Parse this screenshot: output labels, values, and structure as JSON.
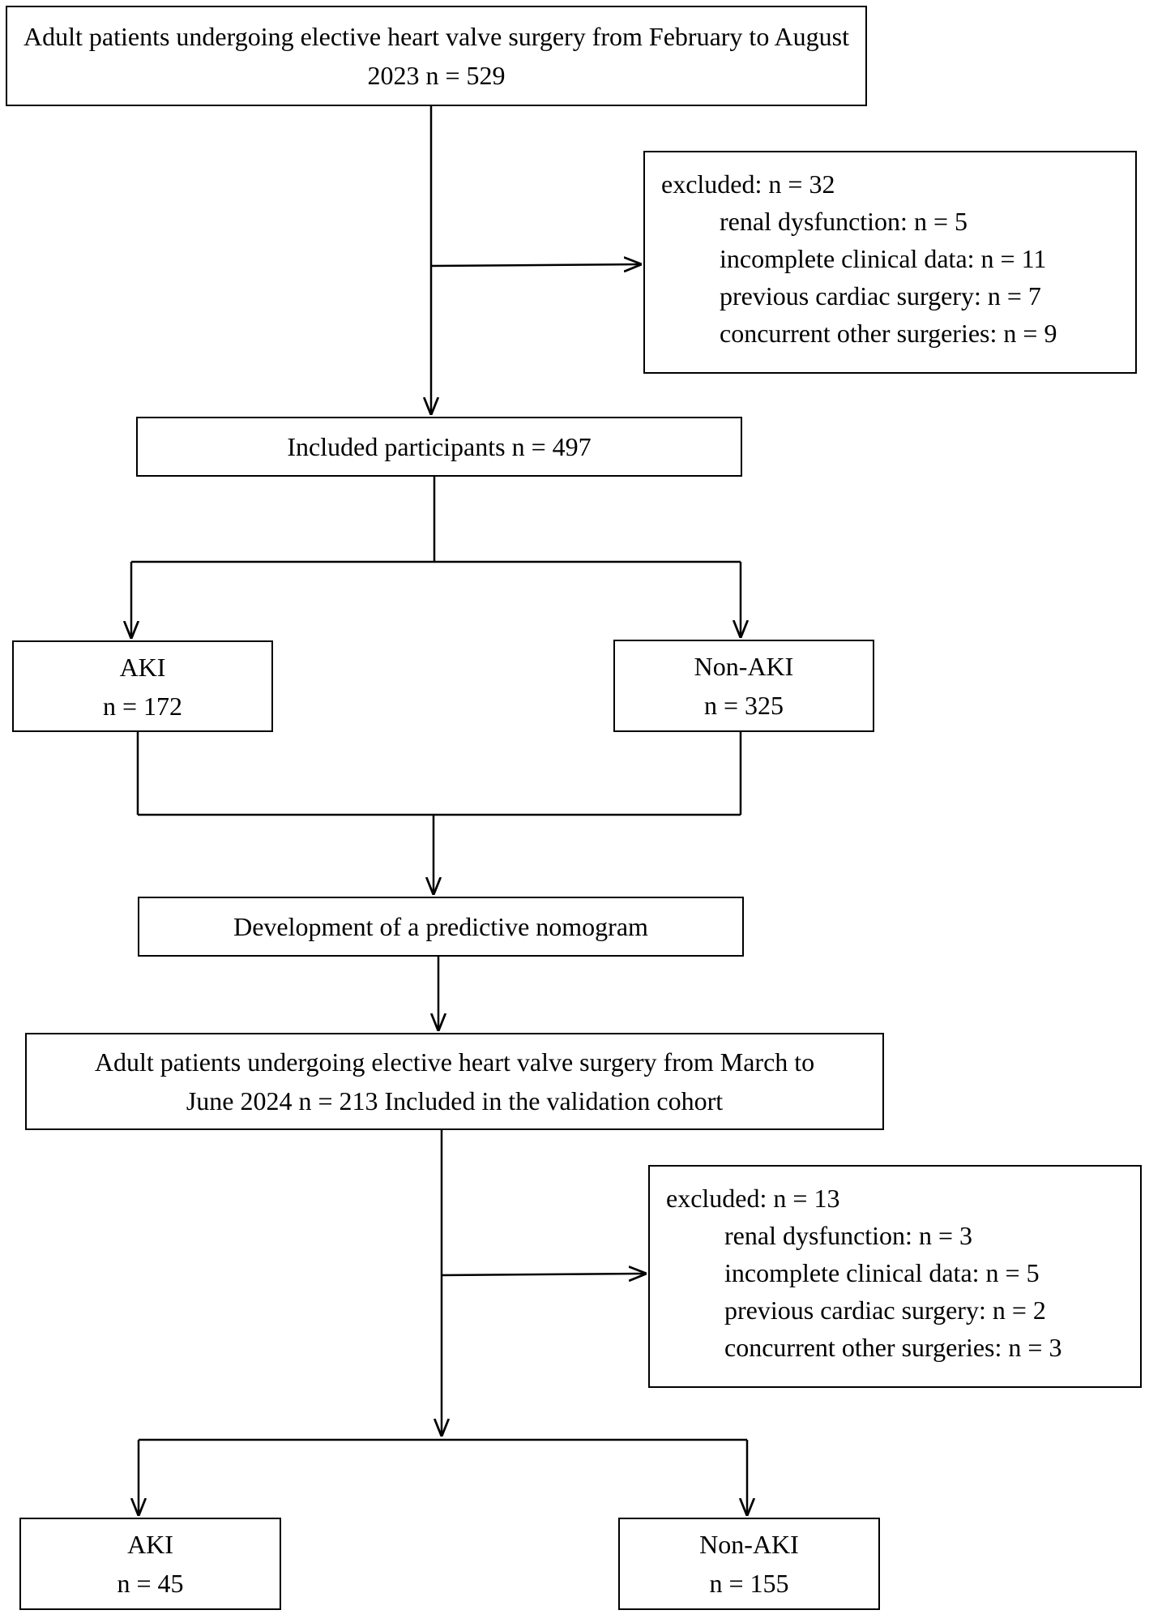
{
  "cohort1": {
    "source_line1": "Adult patients undergoing elective heart valve surgery from February to August",
    "source_line2": "2023 n = 529",
    "excluded_title": "excluded: n = 32",
    "excluded_items": [
      "renal dysfunction: n = 5",
      "incomplete clinical data: n = 11",
      "previous cardiac surgery: n = 7",
      "concurrent other surgeries: n = 9"
    ],
    "included": "Included participants n = 497",
    "aki_label": "AKI",
    "aki_n": "n = 172",
    "nonaki_label": "Non-AKI",
    "nonaki_n": "n = 325"
  },
  "development": "Development of a predictive nomogram",
  "cohort2": {
    "source_line1": "Adult patients undergoing elective heart valve surgery from March to",
    "source_line2": "June 2024 n = 213 Included in the validation cohort",
    "excluded_title": "excluded: n = 13",
    "excluded_items": [
      "renal dysfunction: n = 3",
      "incomplete clinical data: n = 5",
      "previous cardiac surgery: n = 2",
      "concurrent other surgeries: n = 3"
    ],
    "aki_label": "AKI",
    "aki_n": "n = 45",
    "nonaki_label": "Non-AKI",
    "nonaki_n": "n = 155"
  }
}
